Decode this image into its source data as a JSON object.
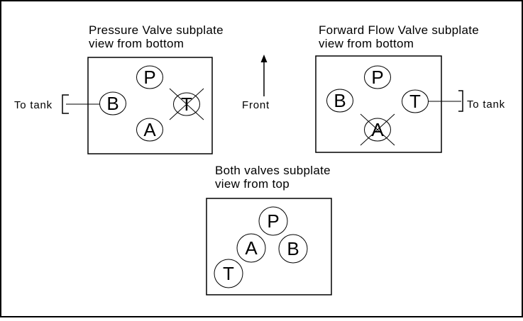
{
  "colors": {
    "background": "#ffffff",
    "line": "#000000"
  },
  "front_label": "Front",
  "subplates": {
    "pressure": {
      "title1": "Pressure Valve subplate",
      "title2": "view from bottom",
      "port_p": "P",
      "port_b": "B",
      "port_t": "T",
      "port_a": "A",
      "crossed_port": "T",
      "tank_label": "To tank"
    },
    "forward_flow": {
      "title1": "Forward Flow Valve subplate",
      "title2": "view from bottom",
      "port_p": "P",
      "port_b": "B",
      "port_t": "T",
      "port_a": "A",
      "crossed_port": "A",
      "tank_label": "To tank"
    },
    "both": {
      "title1": "Both valves subplate",
      "title2": "view from top",
      "port_p": "P",
      "port_a": "A",
      "port_b": "B",
      "port_t": "T"
    }
  }
}
